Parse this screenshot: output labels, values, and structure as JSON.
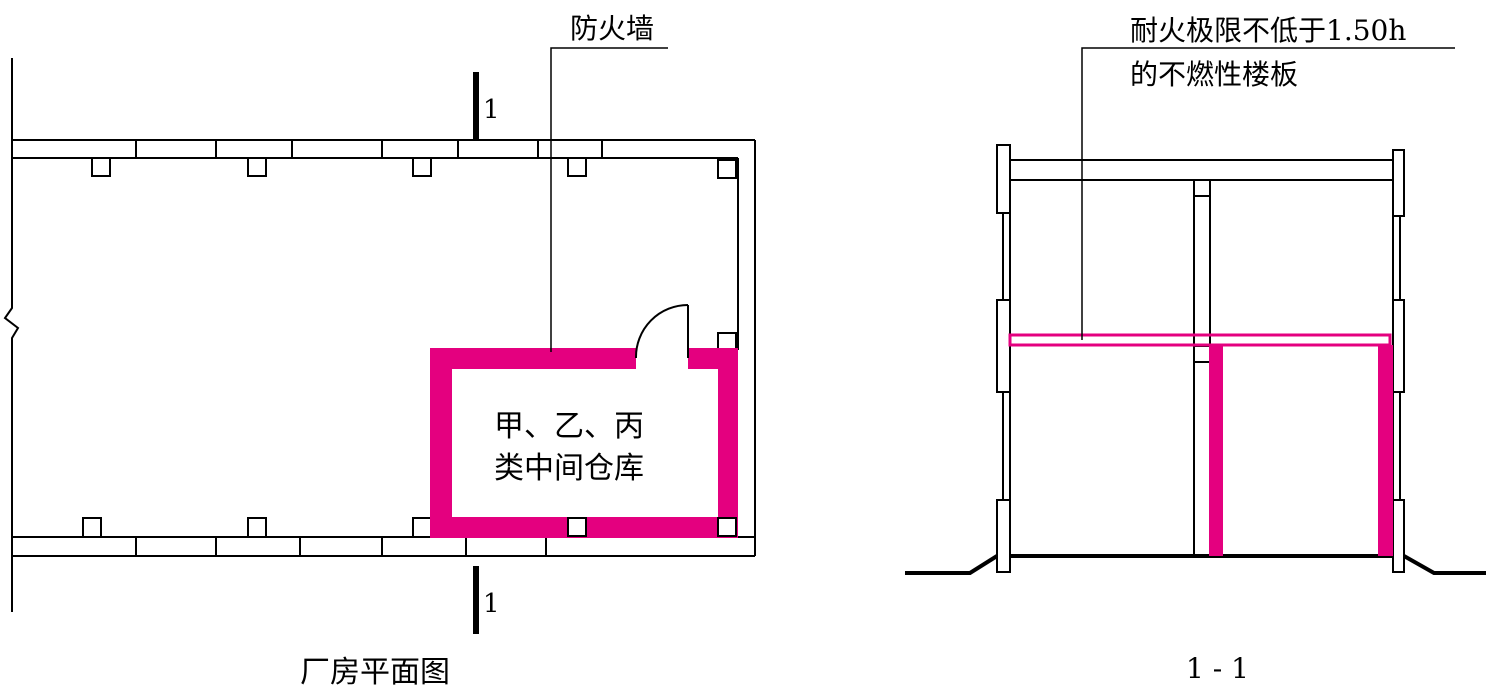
{
  "colors": {
    "line": "#000000",
    "fire": "#e4007f",
    "bg": "#ffffff"
  },
  "plan": {
    "caption": "厂房平面图",
    "firewall_label": "防火墙",
    "room_label_line1": "甲、乙、丙",
    "room_label_line2": "类中间仓库",
    "section_mark_top": "1",
    "section_mark_bottom": "1"
  },
  "section": {
    "caption": "1 - 1",
    "floor_label_line1": "耐火极限不低于1.50h",
    "floor_label_line2": "的不燃性楼板"
  }
}
